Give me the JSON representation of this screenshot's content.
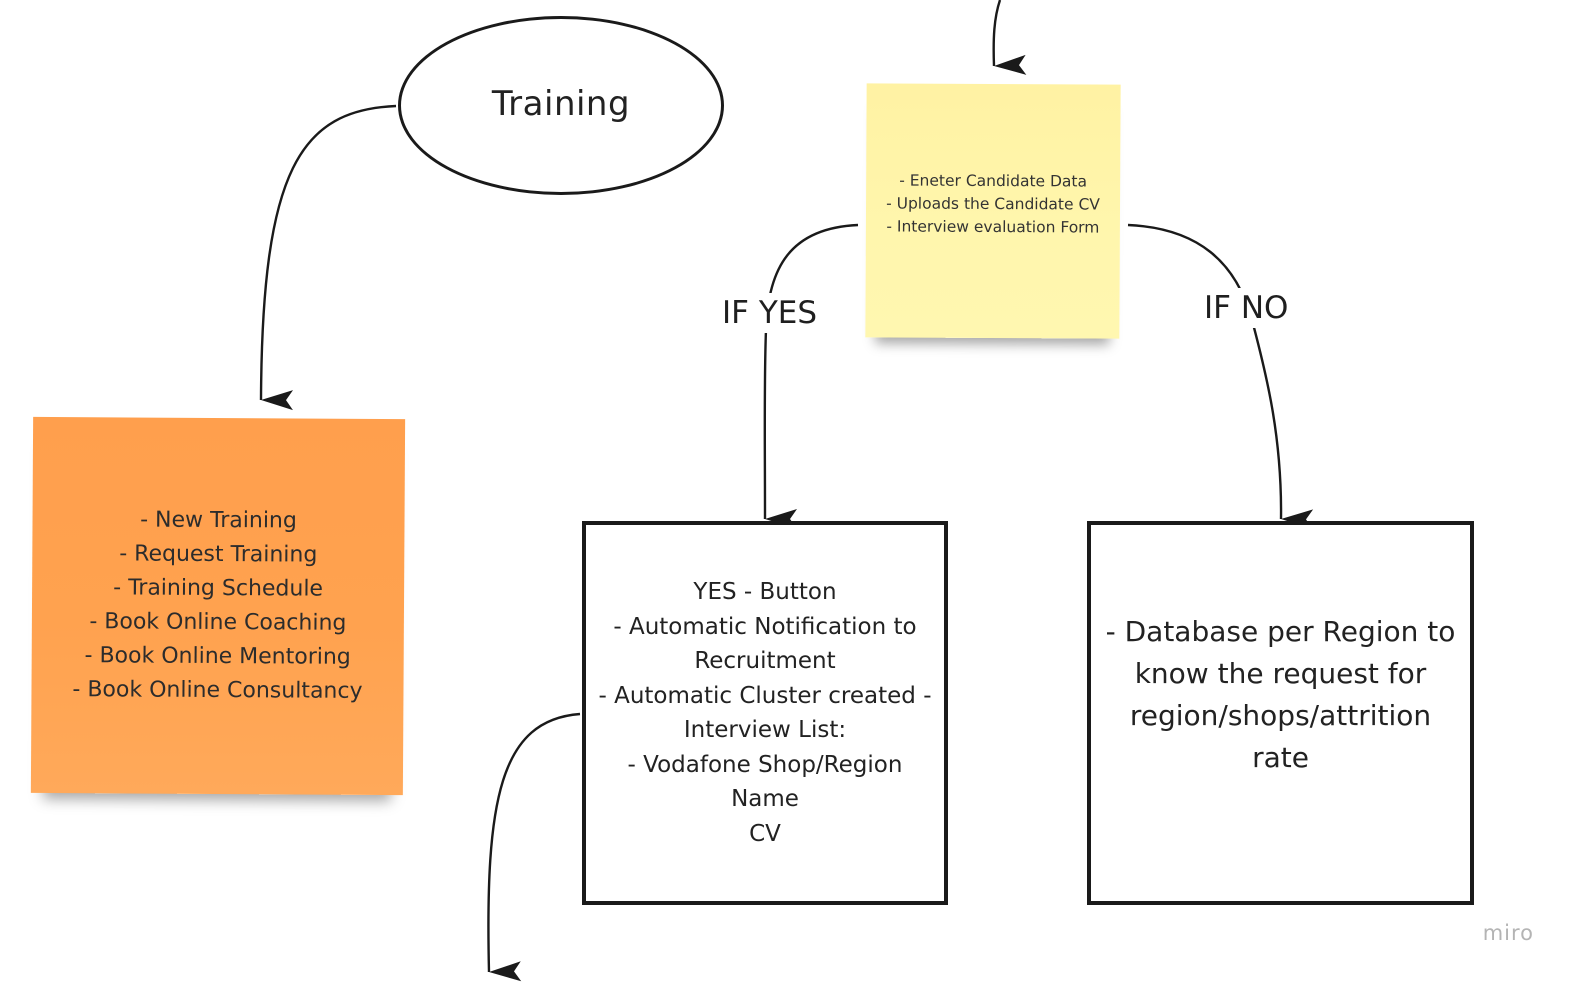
{
  "board": {
    "watermark": "miro"
  },
  "nodes": {
    "training": {
      "label": "Training"
    },
    "training_note": {
      "text": "- New Training\n- Request Training\n- Training Schedule\n- Book Online Coaching\n- Book Online Mentoring\n- Book Online Consultancy",
      "color": "#ffa04f"
    },
    "candidate_note": {
      "text": "- Eneter Candidate Data\n- Uploads the Candidate CV\n- Interview evaluation Form",
      "color": "#fff4a8"
    },
    "yes_box": {
      "text": "YES - Button\n- Automatic Notification to\nRecruitment\n- Automatic Cluster created -\nInterview List:\n- Vodafone Shop/Region\nName\nCV"
    },
    "no_box": {
      "text": "- Database per Region to\nknow the request for\nregion/shops/attrition\nrate"
    }
  },
  "edges": {
    "yes_label": "IF YES",
    "no_label": "IF NO"
  },
  "colors": {
    "stroke": "#1a1a1a",
    "background": "#ffffff"
  }
}
